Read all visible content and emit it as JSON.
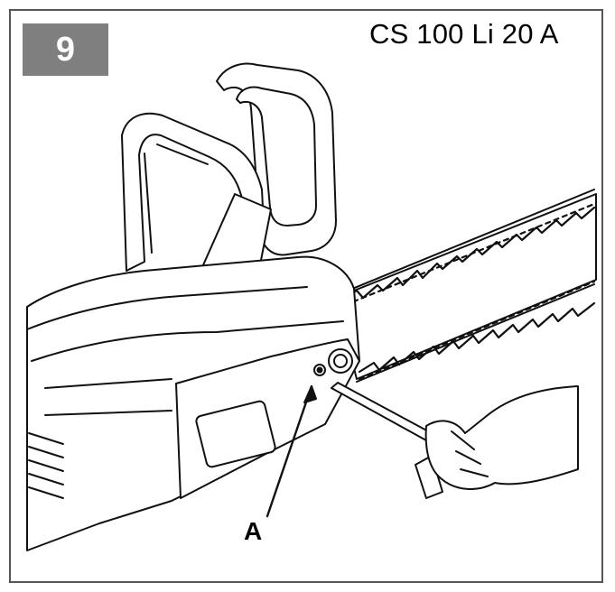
{
  "step": {
    "number": "9"
  },
  "model": {
    "name": "CS 100 Li 20 A"
  },
  "callout": {
    "label": "A"
  },
  "icons": [
    "chainsaw-illustration",
    "hex-key-icon",
    "hand-icon",
    "chain-tensioner-icon"
  ]
}
